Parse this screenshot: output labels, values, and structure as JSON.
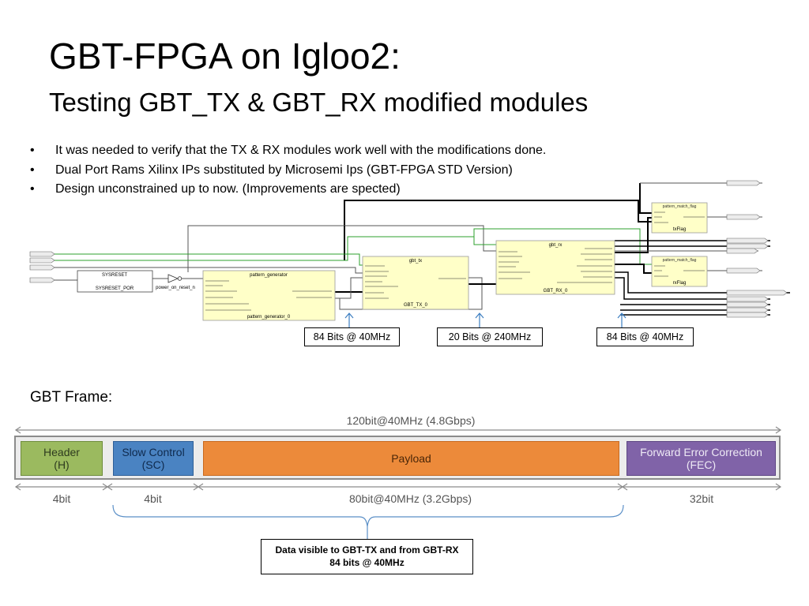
{
  "slide": {
    "title": "GBT-FPGA on Igloo2:",
    "subtitle": "Testing GBT_TX & GBT_RX modified modules",
    "bullets": [
      "It was needed to verify that the TX & RX modules work well with the modifications done.",
      "Dual Port Rams Xilinx IPs substituted by Microsemi Ips (GBT-FPGA STD Version)",
      "Design unconstrained up to now. (Improvements are spected)"
    ],
    "bullet_symbol": "•"
  },
  "schematic": {
    "blocks": {
      "sysreset": {
        "header": "SYSRESET",
        "label": "SYSRESET_POR"
      },
      "power_on_reset": {
        "label": "power_on_reset_n"
      },
      "pattern_generator": {
        "header": "pattern_generator",
        "label": "pattern_generator_0"
      },
      "gbt_tx": {
        "header": "gbt_tx",
        "label": "GBT_TX_0"
      },
      "gbt_rx": {
        "header": "gbt_rx",
        "label": "GBT_RX_0"
      },
      "tx_flag": {
        "header": "pattern_match_flag",
        "label": "txFlag"
      },
      "rx_flag": {
        "header": "pattern_match_flag",
        "label": "rxFlag"
      }
    },
    "rates": {
      "tx_in": "84 Bits @ 40MHz",
      "serial": "20 Bits @ 240MHz",
      "rx_out": "84 Bits @ 40MHz"
    }
  },
  "frame": {
    "label": "GBT Frame:",
    "total": "120bit@40MHz (4.8Gbps)",
    "fields": {
      "header": {
        "line1": "Header",
        "line2": "(H)",
        "bits": "4bit",
        "color": "#9bba5f"
      },
      "sc": {
        "line1": "Slow Control",
        "line2": "(SC)",
        "bits": "4bit",
        "color": "#4a83c2"
      },
      "payload": {
        "line1": "Payload",
        "bits": "80bit@40MHz (3.2Gbps)",
        "color": "#ec8a3a"
      },
      "fec": {
        "line1": "Forward Error Correction",
        "line2": "(FEC)",
        "bits": "32bit",
        "color": "#8063a8"
      }
    },
    "note": {
      "line1": "Data visible to GBT-TX and from GBT-RX",
      "line2": "84 bits @ 40MHz"
    }
  }
}
